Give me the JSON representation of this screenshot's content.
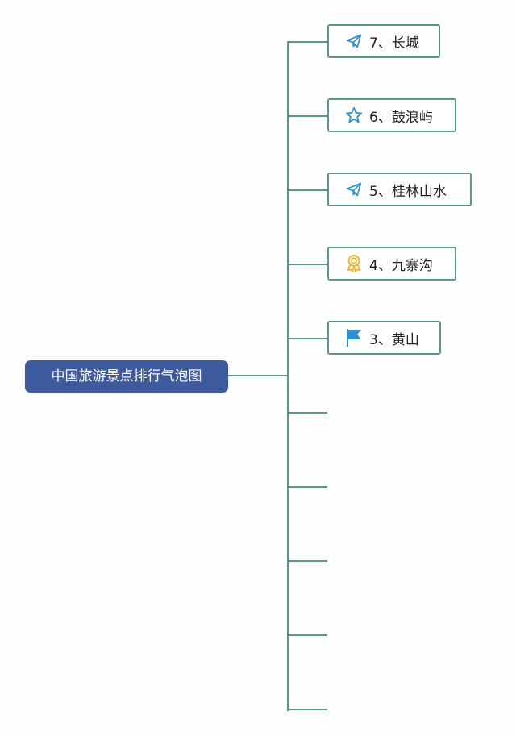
{
  "diagram": {
    "root_label": "中国旅游景点排行气泡图",
    "branches": [
      {
        "label": "7、长城",
        "icon": "paper-plane-icon"
      },
      {
        "label": "6、鼓浪屿",
        "icon": "star-icon"
      },
      {
        "label": "5、桂林山水",
        "icon": "paper-plane-icon"
      },
      {
        "label": "4、九寨沟",
        "icon": "award-medal-icon"
      },
      {
        "label": "3、黄山",
        "icon": "flag-icon"
      },
      {
        "label": "",
        "icon": ""
      },
      {
        "label": "",
        "icon": ""
      },
      {
        "label": "",
        "icon": ""
      },
      {
        "label": "",
        "icon": ""
      },
      {
        "label": "",
        "icon": ""
      }
    ]
  },
  "colors": {
    "root_fill": "#3e5a9e",
    "connector": "#5a9a84",
    "icon_blue": "#2a8fd6",
    "icon_gold": "#f0b429"
  }
}
